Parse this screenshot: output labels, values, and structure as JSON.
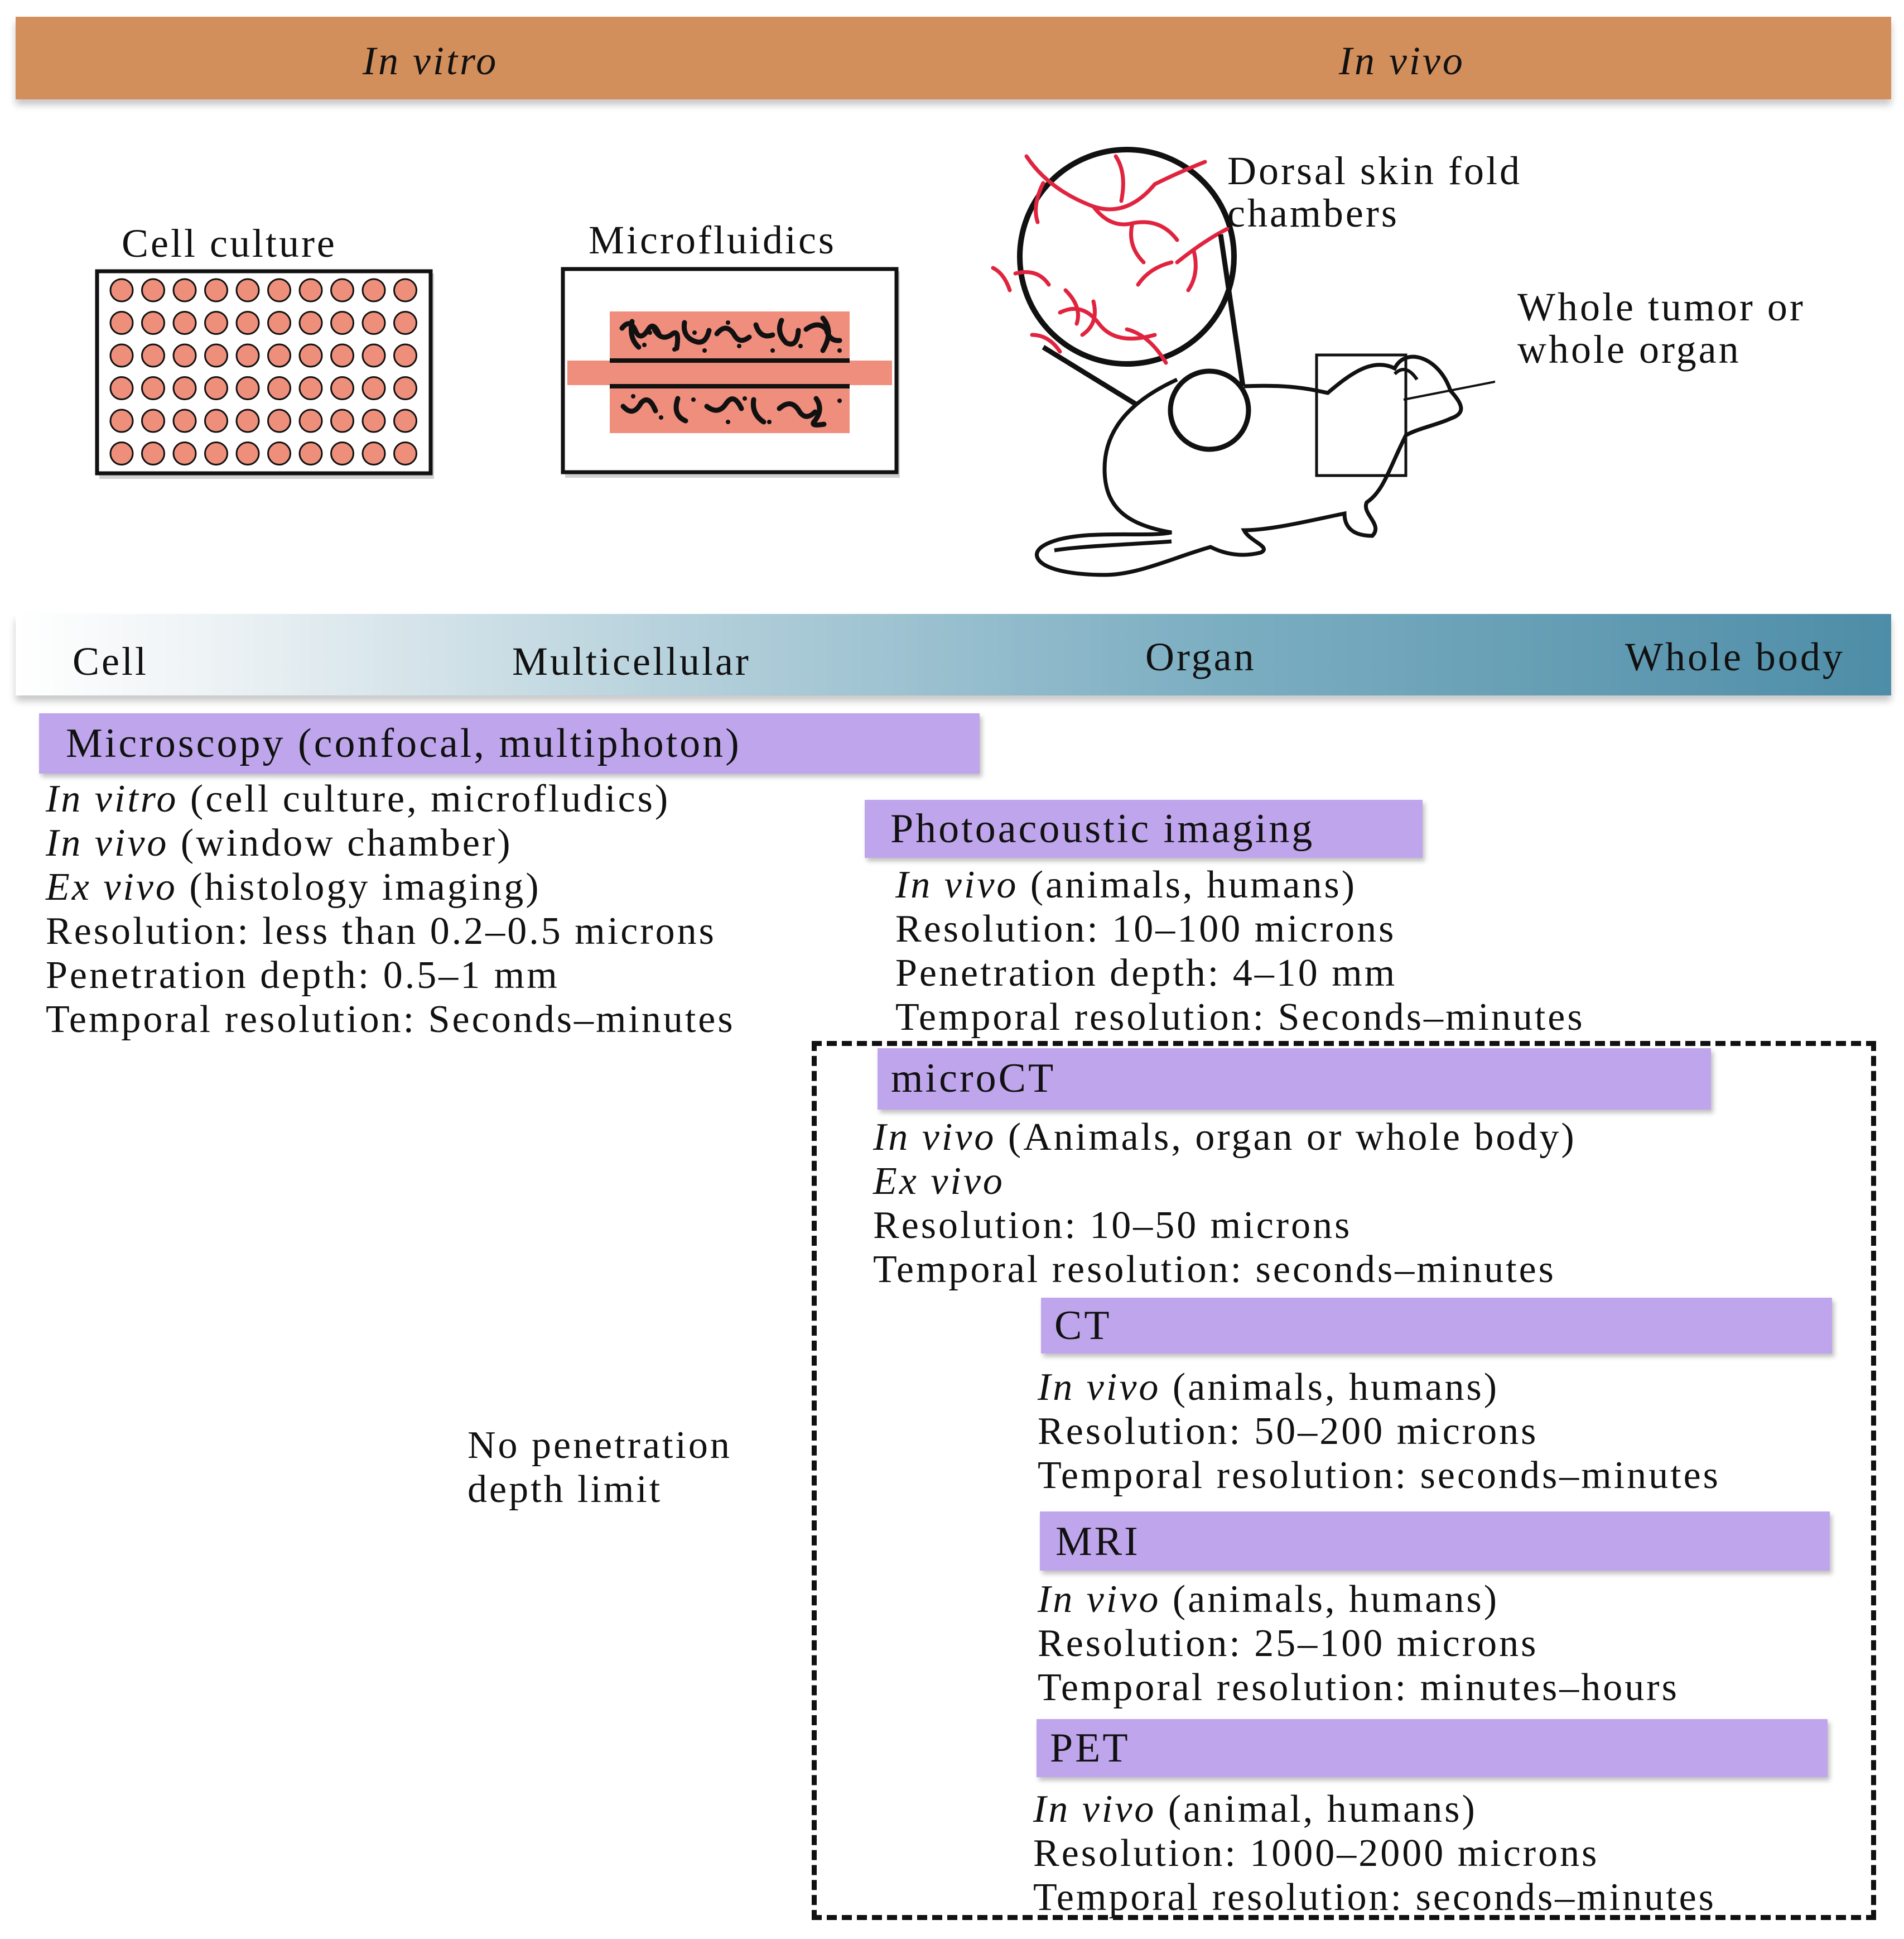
{
  "top_band": {
    "left": "In vitro",
    "right": "In vivo"
  },
  "illustrations": {
    "cell_culture": "Cell culture",
    "microfluidics": "Microfluidics",
    "dorsal": [
      "Dorsal skin fold",
      "chambers"
    ],
    "whole": [
      "Whole tumor or",
      "whole organ"
    ]
  },
  "scale": {
    "cell": "Cell",
    "multicellular": "Multicellular",
    "organ": "Organ",
    "whole_body": "Whole body"
  },
  "modalities": {
    "microscopy": {
      "title": "Microscopy (confocal, multiphoton)",
      "l1_em": "In vitro",
      "l1_rest": " (cell culture, microfludics)",
      "l2_em": "In vivo",
      "l2_rest": " (window chamber)",
      "l3_em": "Ex vivo",
      "l3_rest": " (histology imaging)",
      "l4": "Resolution: less than 0.2–0.5 microns",
      "l5": "Penetration depth: 0.5–1 mm",
      "l6": "Temporal resolution: Seconds–minutes"
    },
    "photoacoustic": {
      "title": "Photoacoustic imaging",
      "l1_em": "In vivo",
      "l1_rest": " (animals, humans)",
      "l2": "Resolution: 10–100 microns",
      "l3": "Penetration depth: 4–10 mm",
      "l4": "Temporal resolution: Seconds–minutes"
    },
    "microct": {
      "title": "microCT",
      "l1_em": "In vivo",
      "l1_rest": " (Animals, organ or whole body)",
      "l2_em": "Ex vivo",
      "l3": "Resolution: 10–50 microns",
      "l4": "Temporal resolution: seconds–minutes"
    },
    "ct": {
      "title": "CT",
      "l1_em": "In vivo",
      "l1_rest": " (animals, humans)",
      "l2": "Resolution: 50–200 microns",
      "l3": "Temporal resolution: seconds–minutes"
    },
    "mri": {
      "title": "MRI",
      "l1_em": "In vivo",
      "l1_rest": " (animals, humans)",
      "l2": "Resolution: 25–100 microns",
      "l3": "Temporal resolution: minutes–hours"
    },
    "pet": {
      "title": "PET",
      "l1_em": "In vivo",
      "l1_rest": " (animal, humans)",
      "l2": "Resolution: 1000–2000 microns",
      "l3": "Temporal resolution: seconds–minutes"
    }
  },
  "no_depth_limit": [
    "No penetration",
    "depth limit"
  ],
  "colors": {
    "top_band": "#d28f5b",
    "scale_band_start": "#ffffff",
    "scale_band_end": "#4e8da7",
    "modality_bar": "#bfa6ec",
    "well": "#ee8f7b",
    "vessel": "#e0243f"
  }
}
